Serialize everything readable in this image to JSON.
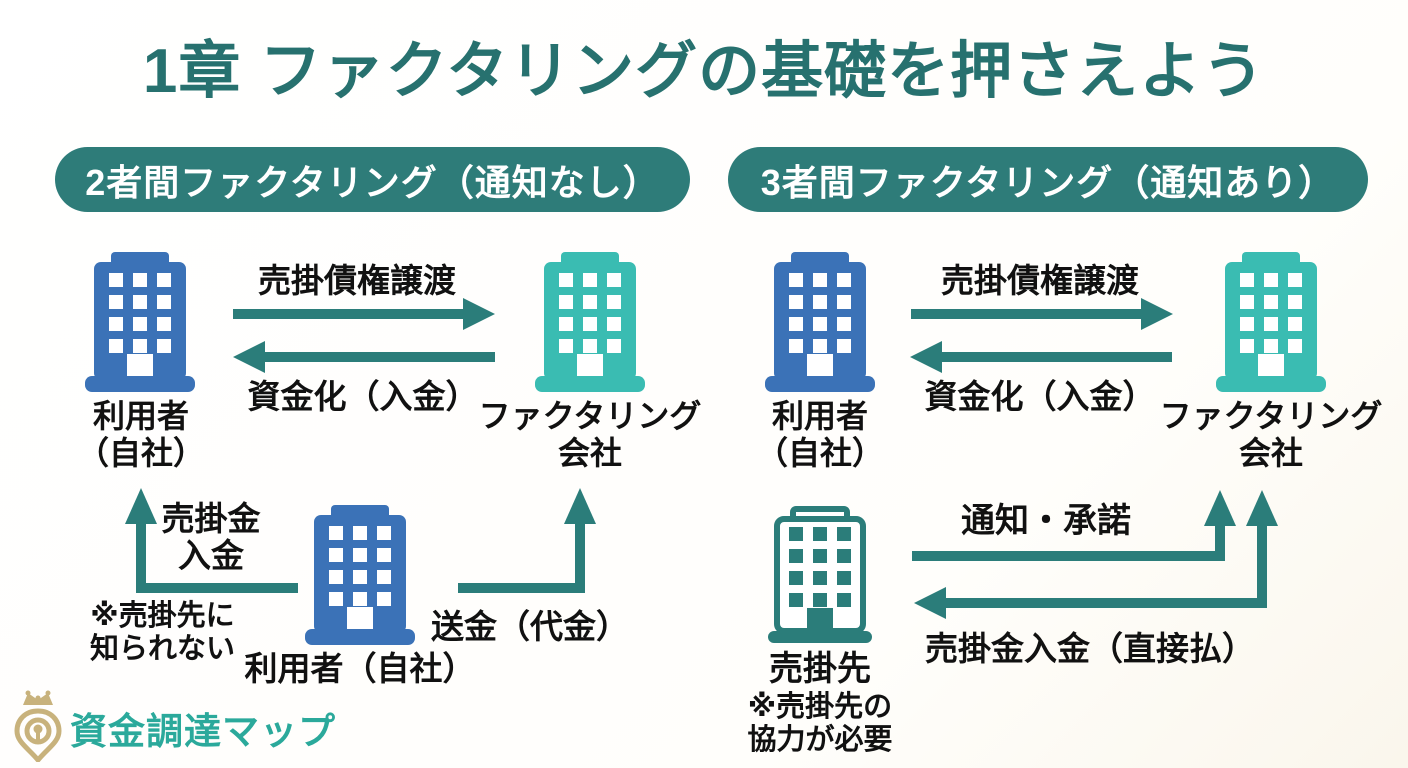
{
  "title": "1章 ファクタリングの基礎を押さえよう",
  "colors": {
    "accent_teal": "#2b7d7a",
    "pill_background": "#2e7c79",
    "title_teal": "#27716f",
    "building_blue": "#3b72b7",
    "building_teal": "#3abcb2",
    "brand_gold": "#c8b27c",
    "brand_text_teal": "#2ba99b",
    "text_black": "#111111"
  },
  "left_panel": {
    "heading": "2者間ファクタリング（通知なし）",
    "user_top": {
      "line1": "利用者",
      "line2": "（自社）"
    },
    "factoring": {
      "line1": "ファクタリング",
      "line2": "会社"
    },
    "arrow_transfer": "売掛債権譲渡",
    "arrow_funding": "資金化（入金）",
    "arrow_deposit": {
      "line1": "売掛金",
      "line2": "入金"
    },
    "note": {
      "line1": "※売掛先に",
      "line2": "知られない"
    },
    "user_bottom": "利用者（自社）",
    "arrow_remit": "送金（代金）"
  },
  "right_panel": {
    "heading": "3者間ファクタリング（通知あり）",
    "user": {
      "line1": "利用者",
      "line2": "（自社）"
    },
    "factoring": {
      "line1": "ファクタリング",
      "line2": "会社"
    },
    "arrow_transfer": "売掛債権譲渡",
    "arrow_funding": "資金化（入金）",
    "debtor": "売掛先",
    "debtor_note": {
      "line1": "※売掛先の",
      "line2": "協力が必要"
    },
    "arrow_notice": "通知・承諾",
    "arrow_payment": "売掛金入金（直接払）"
  },
  "footer": {
    "brand": "資金調達マップ"
  }
}
